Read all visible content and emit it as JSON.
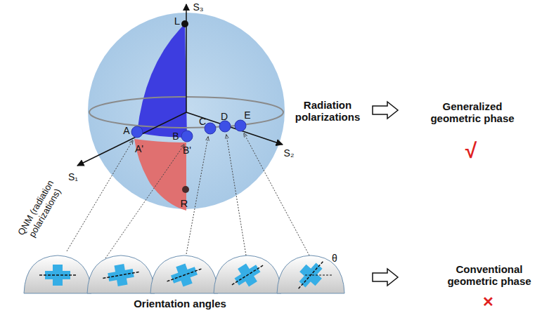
{
  "diagram": {
    "labels": [
      "L",
      "S₃",
      "S₁",
      "S₂",
      "A",
      "B",
      "C",
      "D",
      "E",
      "A'",
      "B'",
      "R",
      "QNM (radiation polarizations)",
      "Radiation polarizations",
      "Generalized geometric phase",
      "√",
      "θ",
      "Orientation angles",
      "Conventional geometric phase",
      "✕"
    ]
  }
}
